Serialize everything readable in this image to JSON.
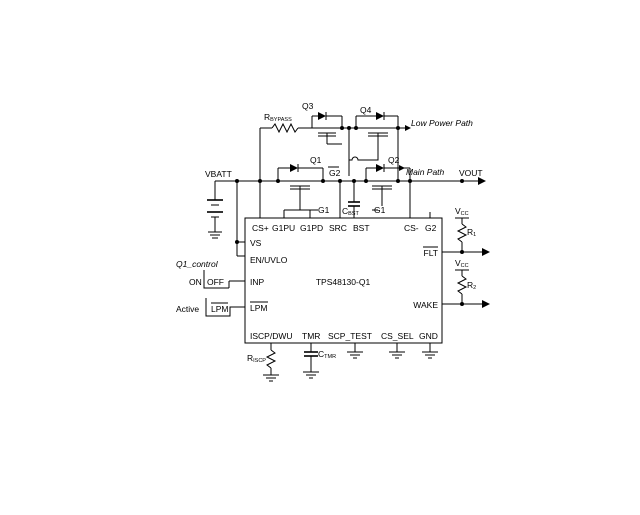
{
  "chip": {
    "name": "TPS48130-Q1",
    "pins_top": [
      "CS+",
      "G1PU",
      "G1PD",
      "SRC",
      "BST",
      "CS-",
      "G2"
    ],
    "pins_left": [
      "VS",
      "EN/UVLO",
      "INP",
      "LPM"
    ],
    "pins_right": [
      "FLT",
      "WAKE"
    ],
    "pins_bottom": [
      "ISCP/DWU",
      "TMR",
      "SCP_TEST",
      "CS_SEL",
      "GND"
    ]
  },
  "nets": {
    "vbatt": "VBATT",
    "vout": "VOUT",
    "g1_a": "G1",
    "g1_b": "G1",
    "g2": "G2"
  },
  "paths": {
    "low_power": "Low Power Path",
    "main": "Main Path"
  },
  "transistors": {
    "q1": "Q1",
    "q2": "Q2",
    "q3": "Q3",
    "q4": "Q4"
  },
  "components": {
    "rbypass": {
      "main": "R",
      "sub": "BYPASS"
    },
    "cbst": {
      "main": "C",
      "sub": "BST"
    },
    "riscp": {
      "main": "R",
      "sub": "ISCP"
    },
    "ctmr": {
      "main": "C",
      "sub": "TMR"
    },
    "r1": {
      "main": "R",
      "sub": "1"
    },
    "r2": {
      "main": "R",
      "sub": "2"
    },
    "vcc1": {
      "main": "V",
      "sub": "CC"
    },
    "vcc2": {
      "main": "V",
      "sub": "CC"
    }
  },
  "controls": {
    "q1_control": "Q1_control",
    "on": "ON",
    "off": "OFF",
    "active": "Active",
    "lpm": "LPM"
  }
}
